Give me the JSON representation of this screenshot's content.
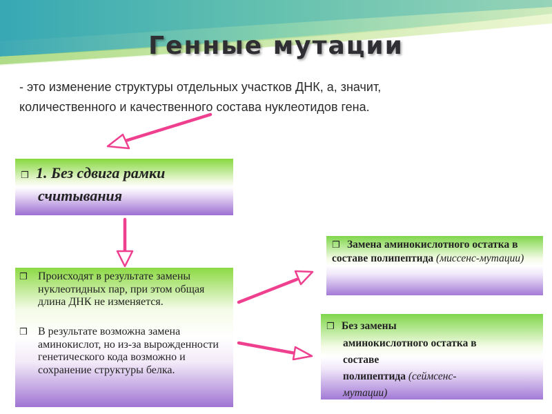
{
  "title": "Генные мутации",
  "definition": {
    "line1": "- это изменение структуры отдельных участков ДНК, а, значит,",
    "line2": "количественного и качественного состава нуклеотидов гена."
  },
  "bullet_symbol": "❒",
  "box_frame_shift": {
    "line1": "1. Без сдвига рамки",
    "line2": "считывания"
  },
  "box_causes": {
    "bullet1": "Происходят в результате замены нуклеотидных пар, при этом общая длина ДНК не изменяется.",
    "bullet2": "В результате возможна замена аминокислот, но из-за вырожденности генетического кода возможно и сохранение структуры белка."
  },
  "box_missense": {
    "bold_text": "Замена аминокислотного остатка в составе полипептида",
    "italic_text": "(миссенс-мутации)"
  },
  "box_samesense": {
    "line1": "Без замены",
    "line2": "аминокислотного остатка в",
    "line3": "составе",
    "line4_bold": "полипептида",
    "line4_italic": "(сеймсенс-",
    "line5_italic": "мутации)"
  },
  "colors": {
    "arrow": "#ef3f8f",
    "green": "#86d83f",
    "purple": "#9d6fd3"
  }
}
